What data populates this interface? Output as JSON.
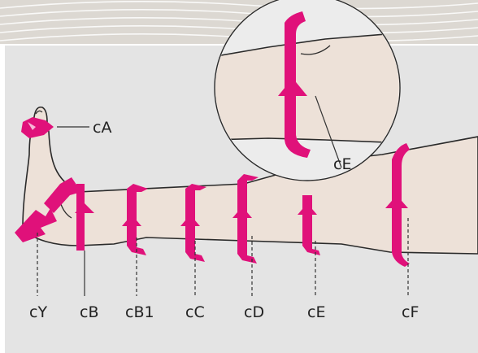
{
  "labels": {
    "cA": "cA",
    "cY": "cY",
    "cB": "cB",
    "cB1": "cB1",
    "cC": "cC",
    "cD": "cD",
    "cE": "cE",
    "cF": "cF",
    "zoom_cE": "cE"
  },
  "colors": {
    "background_panel": "#e4e4e4",
    "background_top": "#dedad4",
    "skin": "#ede1d8",
    "skin_outline": "#2a2a2a",
    "magnifier_bg": "#ede1d8",
    "measure_band": "#e0117a",
    "label_text": "#222222",
    "leader_line": "#333333"
  },
  "icons": {
    "arrow": "up-arrow-icon",
    "band": "measuring-tape-band-icon"
  }
}
